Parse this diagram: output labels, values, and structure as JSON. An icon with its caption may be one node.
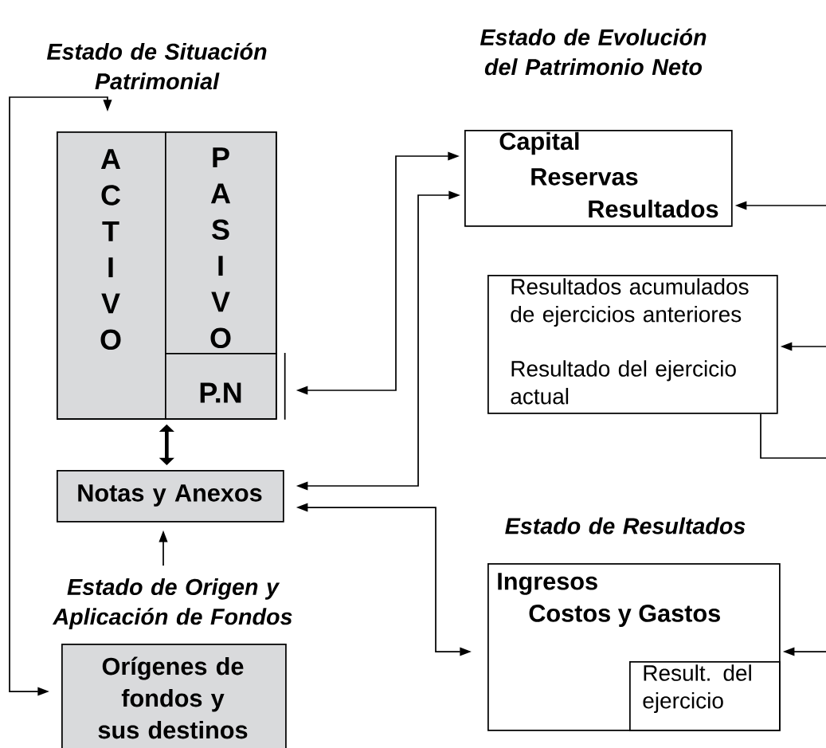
{
  "diagram": {
    "nodes": [
      {
        "text": [
          "Estado de Situación Patrimonial"
        ]
      },
      {
        "text": [
          "A C T I V O"
        ],
        "in": 0
      },
      {
        "text": [
          "P A S I V O"
        ],
        "in": 0
      },
      {
        "text": [
          "P.N"
        ],
        "in": 0
      },
      {
        "text": [
          "Estado de Evolución del Patrimonio Neto",
          "Capital",
          "Reservas",
          "Resultados"
        ]
      },
      {
        "text": [
          "Resultados acumulados de ejercicios anteriores",
          "Resultado del ejercicio actual"
        ]
      },
      {
        "text": [
          "Notas y Anexos"
        ]
      },
      {
        "text": [
          "Estado de Origen y Aplicación de Fondos",
          "Orígenes de fondos y sus destinos"
        ]
      },
      {
        "text": [
          "Estado de Resultados",
          "Ingresos",
          "Costos y Gastos"
        ]
      },
      {
        "text": [
          "Result. del ejercicio"
        ],
        "in": 8
      }
    ],
    "edges": [
      {
        "from": 0,
        "to": 6,
        "arrow": "both",
        "style": "thick"
      },
      {
        "from": 7,
        "to": 6,
        "arrow": "to"
      },
      {
        "from": 0,
        "to": 7,
        "arrow": "both"
      },
      {
        "from": 4,
        "to": 3,
        "arrow": "both"
      },
      {
        "from": 6,
        "to": 4,
        "arrow": "both"
      },
      {
        "from": 6,
        "to": 8,
        "arrow": "both"
      },
      {
        "from": null,
        "to": 4,
        "arrow": "to"
      },
      {
        "from": null,
        "to": 5,
        "arrow": "to"
      },
      {
        "from": null,
        "to": 8,
        "arrow": "to"
      },
      {
        "from": 5,
        "to": null,
        "arrow": "none"
      }
    ]
  }
}
